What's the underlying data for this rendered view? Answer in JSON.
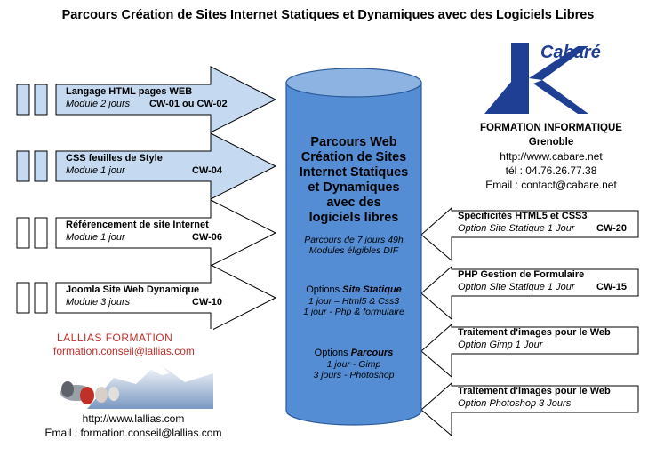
{
  "title": "Parcours Création de Sites Internet Statiques et Dynamiques avec des Logiciels Libres",
  "left_modules": [
    {
      "title": "Langage HTML pages WEB",
      "duration": "Module 2 jours",
      "code": "CW-01 ou CW-02",
      "filled": true
    },
    {
      "title": "CSS feuilles de Style",
      "duration": "Module 1 jour",
      "code": "CW-04",
      "filled": true
    },
    {
      "title": "Référencement de site Internet",
      "duration": "Module 1 jour",
      "code": "CW-06",
      "filled": false
    },
    {
      "title": "Joomla Site Web Dynamique",
      "duration": "Module 3 jours",
      "code": "CW-10",
      "filled": false
    }
  ],
  "center": {
    "title_lines": [
      "Parcours Web",
      "Création de Sites",
      "Internet Statiques",
      "et Dynamiques",
      "avec des",
      "logiciels libres"
    ],
    "sub1": "Parcours de 7 jours 49h",
    "sub2": "Modules éligibles DIF",
    "opt1_prefix": "Options ",
    "opt1_em": "Site Statique",
    "opt1_line1": "1 jour – Html5 & Css3",
    "opt1_line2": "1 jour  - Php & formulaire",
    "opt2_prefix": "Options ",
    "opt2_em": "Parcours",
    "opt2_line1": "1 jour - Gimp",
    "opt2_line2": "3 jours  - Photoshop"
  },
  "right_modules": [
    {
      "title": "Spécificités HTML5 et CSS3",
      "duration": "Option Site Statique 1 Jour",
      "code": "CW-20"
    },
    {
      "title": "PHP Gestion de Formulaire",
      "duration": "Option Site Statique 1 Jour",
      "code": "CW-15"
    },
    {
      "title": "Traitement d'images pour le Web",
      "duration": "Option Gimp 1 Jour",
      "code": ""
    },
    {
      "title": "Traitement d'images pour le Web",
      "duration": "Option Photoshop 3 Jours",
      "code": ""
    }
  ],
  "cabare": {
    "logo_text": "Cabaré",
    "company": "FORMATION INFORMATIQUE",
    "city": "Grenoble",
    "url": "http://www.cabare.net",
    "phone": "tél : 04.76.26.77.38",
    "email": "Email : contact@cabare.net"
  },
  "lallias": {
    "logo_name": "LALLIAS FORMATION",
    "logo_email": "formation.conseil@lallias.com",
    "url": "http://www.lallias.com",
    "email": "Email :  formation.conseil@lallias.com"
  },
  "colors": {
    "fill_blue": "#c5d9f0",
    "cyl_blue": "#548dd4",
    "cyl_top": "#8db3e2",
    "cabare_blue": "#1f3f95",
    "lallias_red": "#c0302a"
  }
}
